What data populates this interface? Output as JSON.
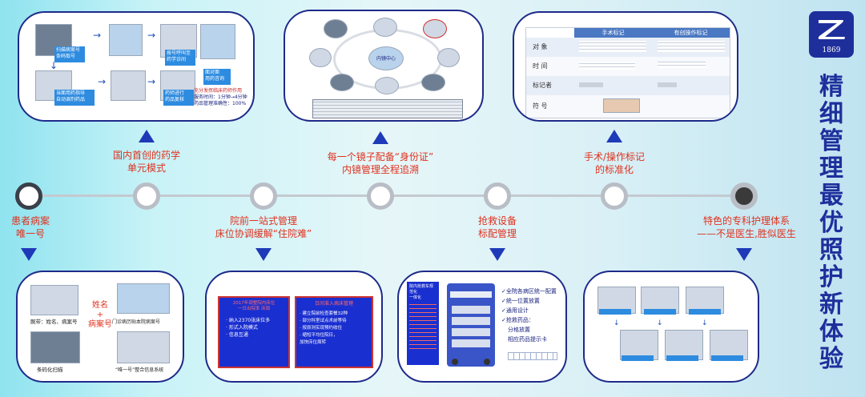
{
  "brand": {
    "year": "1869"
  },
  "vertical_title": "精细管理最优照护新体验",
  "colors": {
    "accent": "#1e3ab8",
    "caption": "#e0321f",
    "card_border": "#1e2a8a"
  },
  "timeline_captions": [
    {
      "lines": [
        "患者病案",
        "唯一号"
      ]
    },
    {
      "lines": [
        "国内首创的药学",
        "单元模式"
      ]
    },
    {
      "lines": [
        "院前一站式管理",
        "床位协调缓解“住院难”"
      ]
    },
    {
      "lines": [
        "每一个镜子配备“身份证”",
        "内镜管理全程追溯"
      ]
    },
    {
      "lines": [
        "抢救设备",
        "标配管理"
      ]
    },
    {
      "lines": [
        "手术/操作标记",
        "的标准化"
      ]
    },
    {
      "lines": [
        "特色的专科护理体系",
        "——不是医生,胜似医生"
      ]
    }
  ],
  "card_pharmacy": {
    "labels": [
      "扫描病案号",
      "条码取号",
      "按号呼叫至",
      "药学诊间",
      "当面用药指导",
      "自动调剂药品",
      "药师进行",
      "药品复核",
      "面对面",
      "用药咨询"
    ],
    "notes": [
      "充分发挥临床药师作用",
      "服务时间：1分钟→4分钟",
      "药品管理准确性：100%"
    ]
  },
  "card_endoscope": {
    "center_label": "内镜中心"
  },
  "card_surgical": {
    "headers": [
      "手术标记",
      "有创操作标记"
    ],
    "row_labels": [
      "对  象",
      "时  间",
      "标记者",
      "符  号"
    ]
  },
  "card_record": {
    "labels": [
      "腕带：姓名、病案号",
      "门诊病历贴本院病案号",
      "条码化扫描",
      "“唯一号”整合信息系统"
    ],
    "center": [
      "姓名",
      "+",
      "病案号"
    ]
  },
  "card_admission": {
    "left_title": [
      "2017年调整院内床位",
      "一日出院率 床周"
    ],
    "left_items": [
      "· 纳入2370张床位多",
      "· 形式入院模式",
      "· 信息互通"
    ],
    "right_title": "日间准入病床管理",
    "right_items": [
      "· 建立院前检查套餐32种",
      "· 部分科室试点术前等待",
      "· 按原则实现预约收住",
      "· 缩短平均住院日，",
      "  加快床位周转"
    ]
  },
  "card_rescue": {
    "panel_title": [
      "院内抢救车规范化",
      "一体化"
    ],
    "checklist": [
      "全院各病区统一配置",
      "统一位置放置",
      "通用设计",
      "抢救药品：",
      "分格放置",
      "相应药品提示卡"
    ]
  },
  "card_nursing": {}
}
